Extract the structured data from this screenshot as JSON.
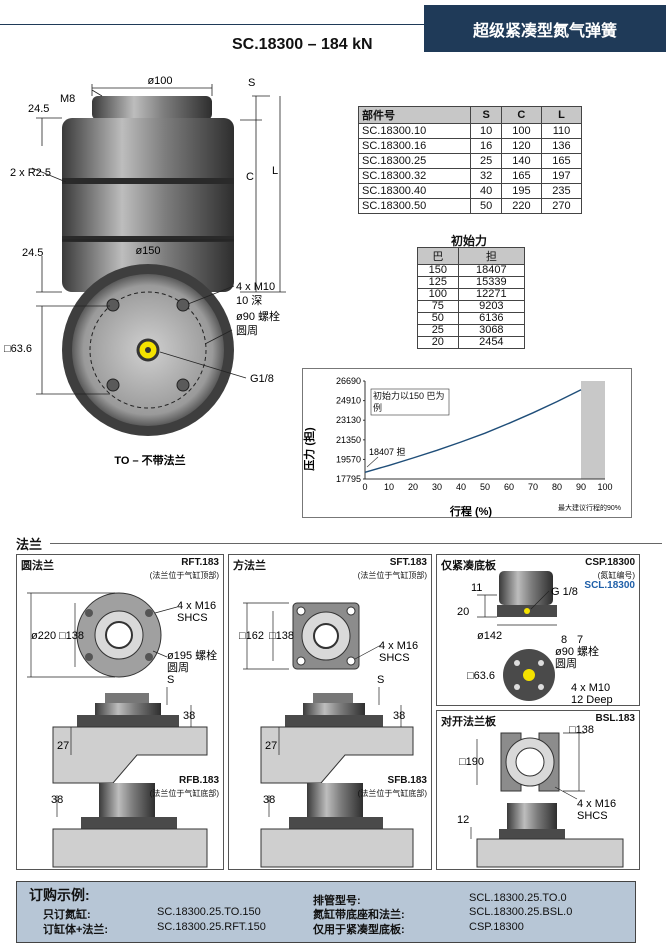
{
  "header": {
    "title": "超级紧凑型氮气弹簧",
    "model": "SC.18300 – 184 kN"
  },
  "top_drawing": {
    "m8": "M8",
    "d100": "ø100",
    "s": "S",
    "c": "C",
    "l": "L",
    "d24a": "24.5",
    "r25": "2 x R2.5",
    "d24b": "24.5",
    "d150": "ø150",
    "m10": "4 x M10",
    "deep": "10 深",
    "bolt": "ø90 螺栓",
    "circle": "圆周",
    "sq": "□63.6",
    "g18": "G1/8",
    "caption": "TO – 不带法兰"
  },
  "spec_table": {
    "headers": [
      "部件号",
      "S",
      "C",
      "L"
    ],
    "rows": [
      [
        "SC.18300.10",
        "10",
        "100",
        "110"
      ],
      [
        "SC.18300.16",
        "16",
        "120",
        "136"
      ],
      [
        "SC.18300.25",
        "25",
        "140",
        "165"
      ],
      [
        "SC.18300.32",
        "32",
        "165",
        "197"
      ],
      [
        "SC.18300.40",
        "40",
        "195",
        "235"
      ],
      [
        "SC.18300.50",
        "50",
        "220",
        "270"
      ]
    ]
  },
  "force_table": {
    "title": "初始力",
    "headers": [
      "巴",
      "担"
    ],
    "rows": [
      [
        "150",
        "18407"
      ],
      [
        "125",
        "15339"
      ],
      [
        "100",
        "12271"
      ],
      [
        "75",
        "9203"
      ],
      [
        "50",
        "6136"
      ],
      [
        "25",
        "3068"
      ],
      [
        "20",
        "2454"
      ]
    ]
  },
  "chart_data": {
    "type": "line",
    "xlabel": "行程 (%)",
    "ylabel": "压力 (担)",
    "x_ticks": [
      "0",
      "10",
      "20",
      "30",
      "40",
      "50",
      "60",
      "70",
      "80",
      "90",
      "100"
    ],
    "y_ticks": [
      "17795",
      "19570",
      "21350",
      "23130",
      "24910",
      "26690"
    ],
    "xlim": [
      0,
      100
    ],
    "ylim": [
      17795,
      26690
    ],
    "series": [
      {
        "x": [
          0,
          10,
          20,
          30,
          40,
          50,
          60,
          70,
          80,
          90
        ],
        "values": [
          18407,
          19030,
          19700,
          20400,
          21150,
          21950,
          22850,
          23800,
          24820,
          25900
        ]
      }
    ],
    "annotations": [
      "初始力以150 巴为例",
      "18407 担",
      "最大建议行程的90%"
    ],
    "shaded_from": 90
  },
  "flange": {
    "section": "法兰",
    "round": {
      "title": "圆法兰",
      "code_top": "RFT.183",
      "sub_top": "(法兰位于气缸顶部)",
      "d220": "ø220",
      "d138": "□138",
      "m16": "4 x M16",
      "shcs": "SHCS",
      "bolt": "ø195 螺栓",
      "circle": "圆周",
      "s": "S",
      "d38": "38",
      "d27": "27",
      "code_bot": "RFB.183",
      "sub_bot": "(法兰位于气缸底部)",
      "d38b": "38"
    },
    "square": {
      "title": "方法兰",
      "code_top": "SFT.183",
      "sub_top": "(法兰位于气缸顶部)",
      "d162": "□162",
      "d138": "□138",
      "m16": "4 x M16",
      "shcs": "SHCS",
      "s": "S",
      "d38": "38",
      "d27": "27",
      "code_bot": "SFB.183",
      "sub_bot": "(法兰位于气缸底部)",
      "d38b": "38"
    },
    "base": {
      "title": "仅紧凑底板",
      "code": "CSP.18300",
      "sub": "(氮缸编号)",
      "code2": "SCL.18300",
      "d11": "11",
      "d20": "20",
      "g18": "G 1/8",
      "d142": "ø142",
      "d8": "8",
      "d7": "7",
      "bolt": "ø90 螺栓",
      "circle": "圆周",
      "sq": "□63.6",
      "m10": "4 x M10",
      "deep": "12 Deep"
    },
    "split": {
      "title": "对开法兰板",
      "code": "BSL.183",
      "d138": "□138",
      "d190": "□190",
      "m16": "4 x M16",
      "shcs": "SHCS",
      "d12": "12"
    }
  },
  "order": {
    "title": "订购示例:",
    "left": [
      [
        "只订氮缸:",
        "SC.18300.25.TO.150"
      ],
      [
        "订缸体+法兰:",
        "SC.18300.25.RFT.150"
      ]
    ],
    "right": [
      [
        "排管型号:",
        "SCL.18300.25.TO.0"
      ],
      [
        "氮缸带底座和法兰:",
        "SCL.18300.25.BSL.0"
      ],
      [
        "仅用于紧凑型底板:",
        "CSP.18300"
      ]
    ]
  },
  "colors": {
    "header_bg": "#1f3a58",
    "order_bg": "#b7c6d6",
    "line": "#1f4e79",
    "shade": "#c8c8c8",
    "accent": "#1f5fa8"
  }
}
